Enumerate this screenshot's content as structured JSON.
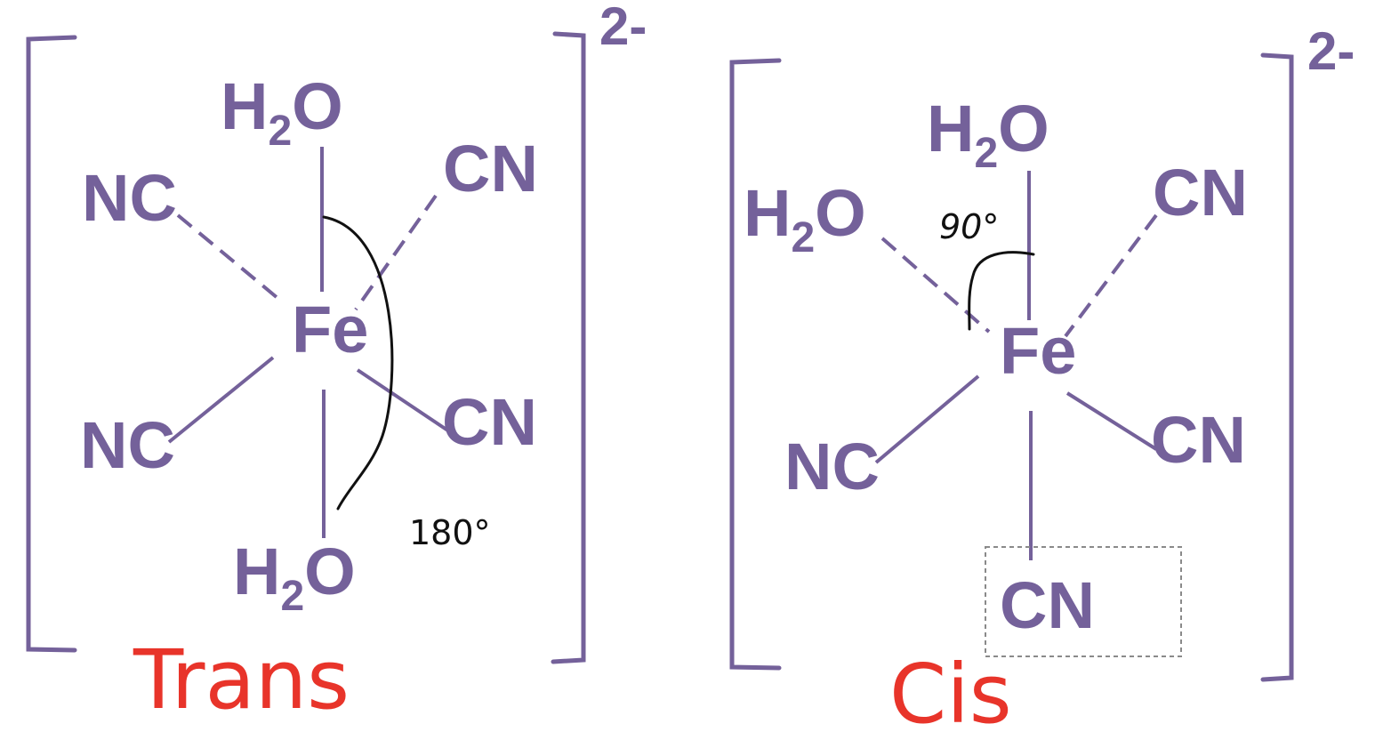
{
  "colors": {
    "structure": "#74619a",
    "ink": "#111111",
    "annotation": "#e8342a",
    "selection": "#8a8a8a"
  },
  "trans_complex": {
    "charge": "2-",
    "metal": "Fe",
    "ligand_top": {
      "main": "H",
      "sub": "2",
      "tail": "O"
    },
    "ligand_bottom": {
      "main": "H",
      "sub": "2",
      "tail": "O"
    },
    "ligand_upper_left": "NC",
    "ligand_upper_right": "CN",
    "ligand_lower_left": "NC",
    "ligand_lower_right": "CN",
    "angle_note": "180°",
    "isomer_label": "Trans"
  },
  "cis_complex": {
    "charge": "2-",
    "metal": "Fe",
    "ligand_top": {
      "main": "H",
      "sub": "2",
      "tail": "O"
    },
    "ligand_upper_left": {
      "main": "H",
      "sub": "2",
      "tail": "O"
    },
    "ligand_upper_right": "CN",
    "ligand_lower_left": "NC",
    "ligand_lower_right": "CN",
    "ligand_bottom": "CN",
    "angle_note": "90°",
    "isomer_label": "Cis"
  }
}
